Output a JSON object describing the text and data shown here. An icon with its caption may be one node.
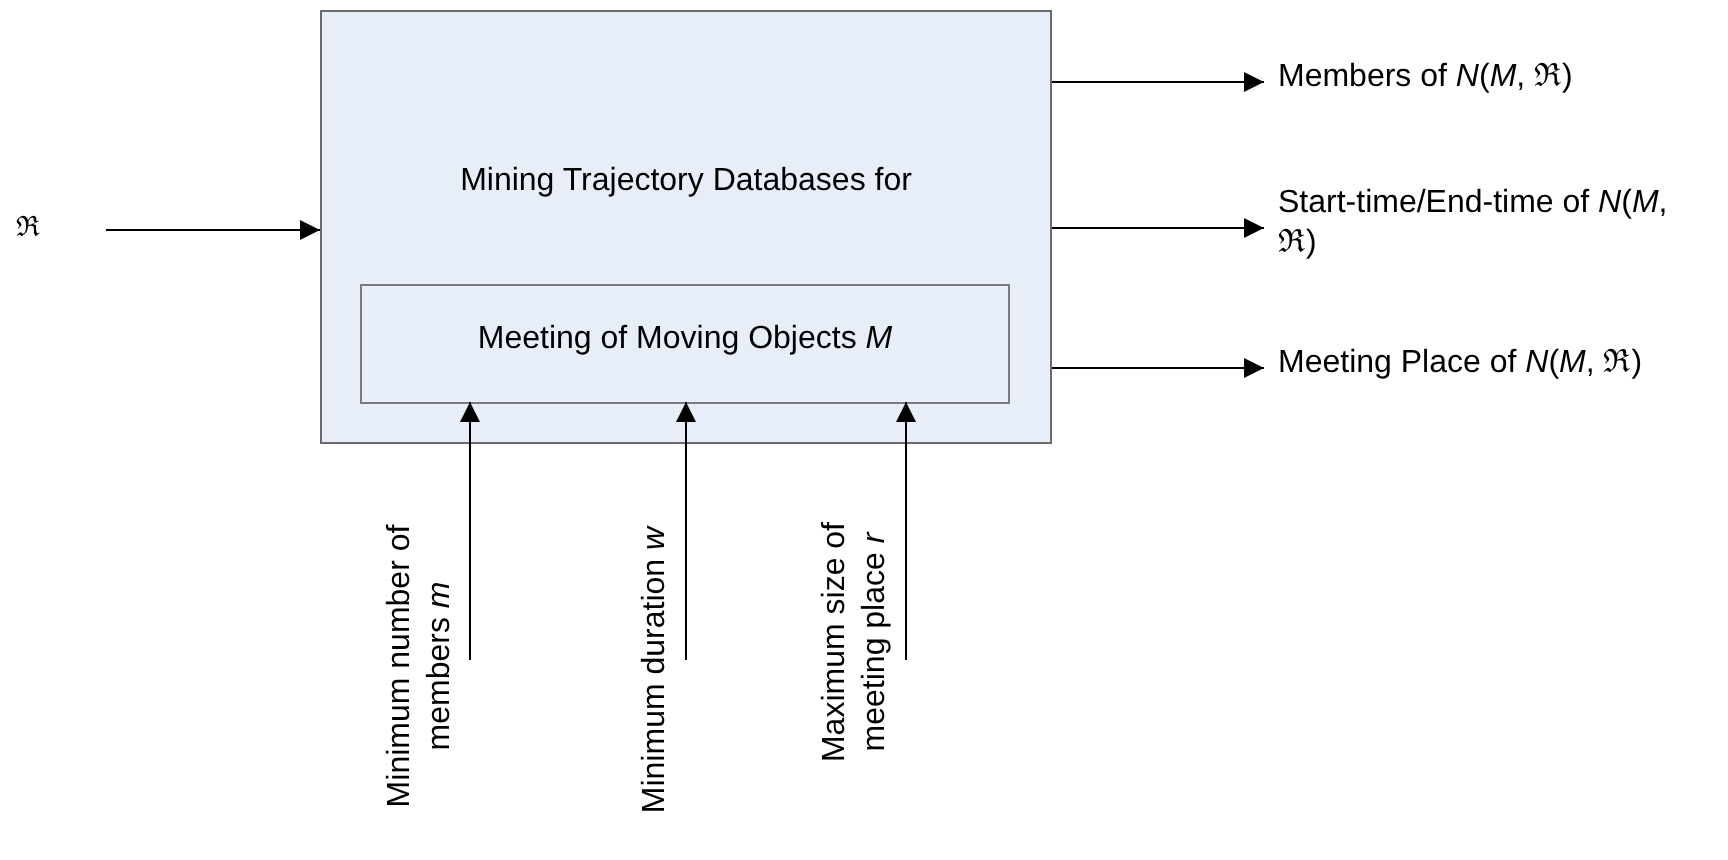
{
  "diagram": {
    "nodes": [
      {
        "text": [
          "Mining Trajectory Databases for"
        ]
      },
      {
        "text": [
          "Meeting of Moving Objects *M*"
        ],
        "in": 0
      },
      {
        "text": [
          "ℜ"
        ]
      },
      {
        "text": [
          "Members of *N*(*M*, ℜ)"
        ]
      },
      {
        "text": [
          "Start-time/End-time of *N*(*M*, ℜ)"
        ]
      },
      {
        "text": [
          "Meeting Place of *N*(*M*, ℜ)"
        ]
      },
      {
        "text": [
          "Minimum number of members *m*"
        ]
      },
      {
        "text": [
          "Minimum duration *w*"
        ]
      },
      {
        "text": [
          "Maximum size of meeting place *r*"
        ]
      }
    ],
    "edges": [
      {
        "from": 2,
        "to": 0,
        "arrow": "to"
      },
      {
        "from": 0,
        "to": 3,
        "arrow": "to"
      },
      {
        "from": 0,
        "to": 4,
        "arrow": "to"
      },
      {
        "from": 0,
        "to": 5,
        "arrow": "to"
      },
      {
        "from": 6,
        "to": 1,
        "arrow": "to"
      },
      {
        "from": 7,
        "to": 1,
        "arrow": "to"
      },
      {
        "from": 8,
        "to": 1,
        "arrow": "to"
      }
    ]
  }
}
